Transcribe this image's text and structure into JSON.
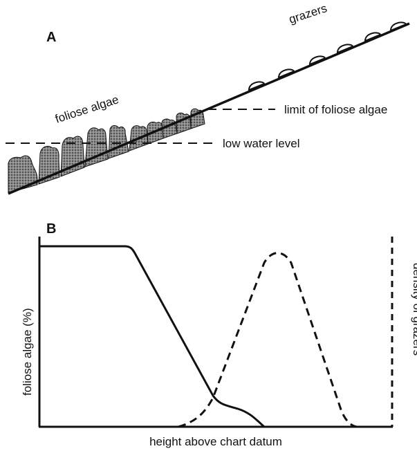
{
  "panel_a": {
    "letter": "A",
    "grazers_label": "grazers",
    "algae_label": "foliose algae",
    "limit_label": "limit of foliose algae",
    "water_label": "low water level"
  },
  "panel_b": {
    "letter": "B",
    "ylabel_left": "foliose algae (%)",
    "ylabel_right": "density of grazers",
    "xlabel": "height above chart datum"
  },
  "colors": {
    "ink": "#111111",
    "algae_fill": "#6b6b6b"
  }
}
